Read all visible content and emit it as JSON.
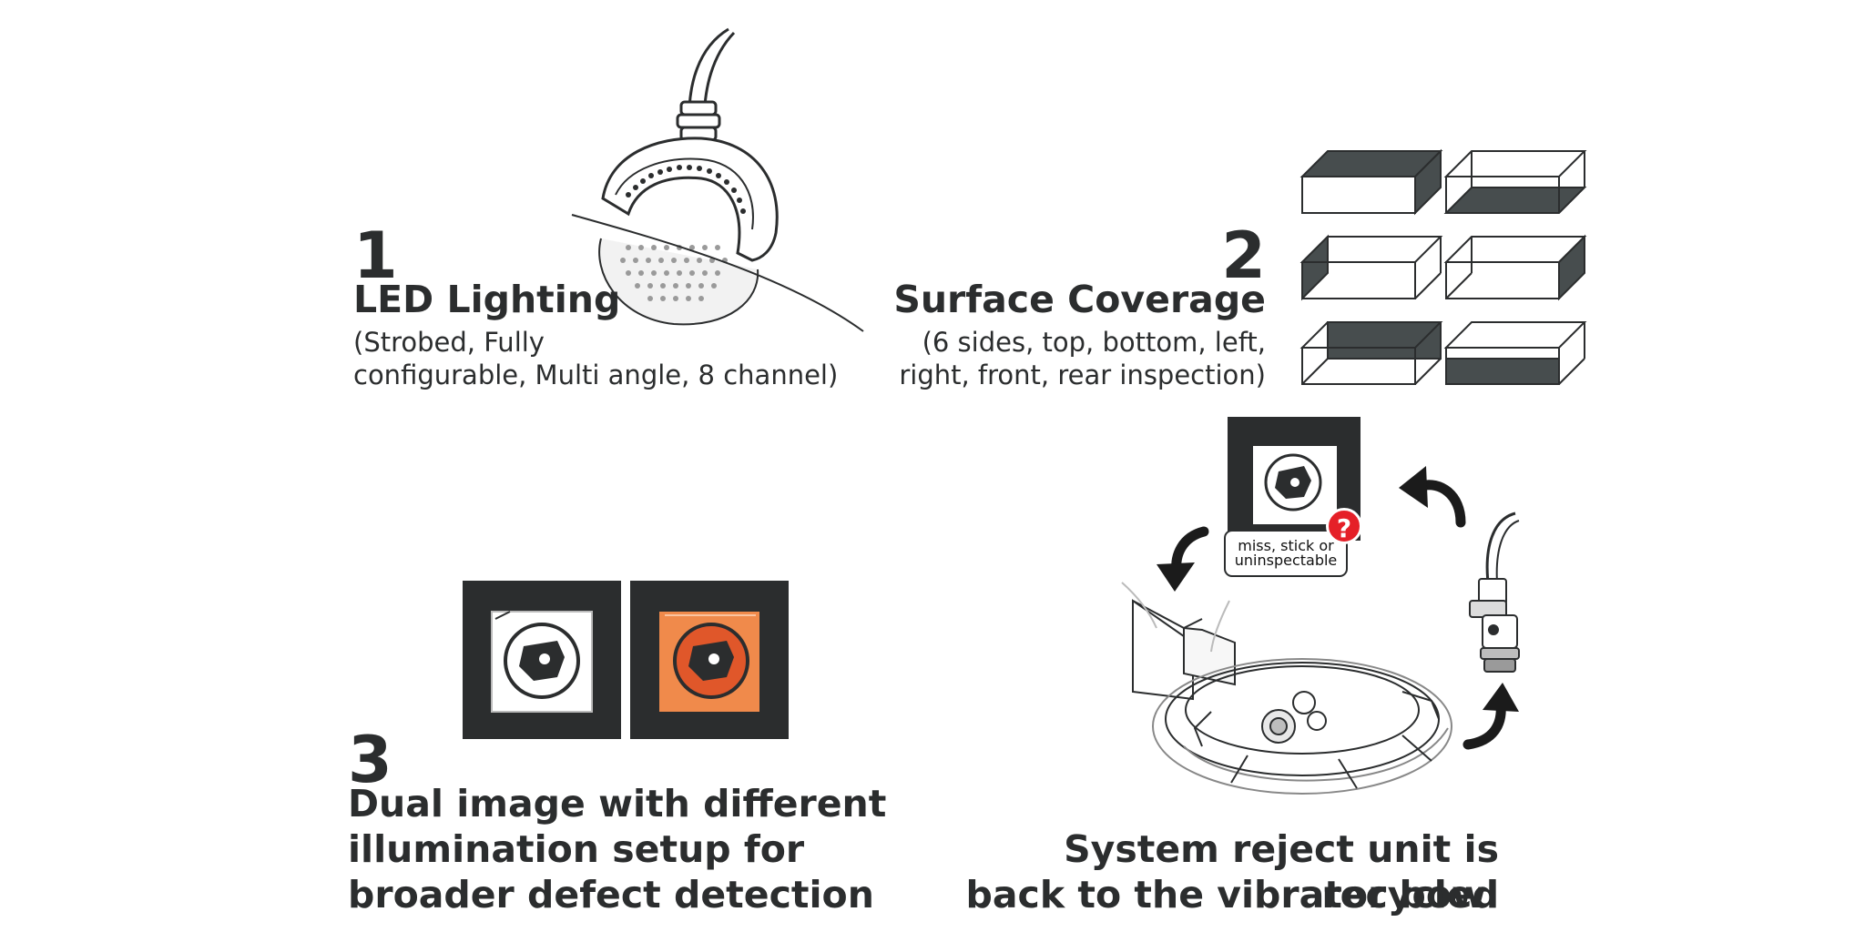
{
  "step1": {
    "number": "1",
    "title": "LED Lighting",
    "desc_line1": "(Strobed, Fully",
    "desc_line2": "configurable, Multi angle, 8 channel)"
  },
  "step2": {
    "number": "2",
    "title": "Surface Coverage",
    "desc_line1": "(6 sides, top, bottom, left,",
    "desc_line2": "right, front, rear inspection)"
  },
  "step3": {
    "number": "3",
    "title_line1": "Dual image with different",
    "title_line2": "illumination setup for",
    "title_line3": "broader defect detection"
  },
  "reject": {
    "bubble_line1": "miss, stick or",
    "bubble_line2": "uninspectable",
    "badge": "?",
    "caption_line1": "System reject unit is recycled",
    "caption_line2": "back to the vibrator bowl"
  },
  "colors": {
    "dark": "#2b2d2e",
    "box_fill": "#474d4e",
    "orange": "#f08a4b",
    "badge_red": "#e52028"
  },
  "icons": [
    "led-ring-light-icon",
    "cube-face-icon",
    "part-image-icon",
    "camera-icon",
    "curved-arrow-icon",
    "vibrator-bowl-icon"
  ]
}
